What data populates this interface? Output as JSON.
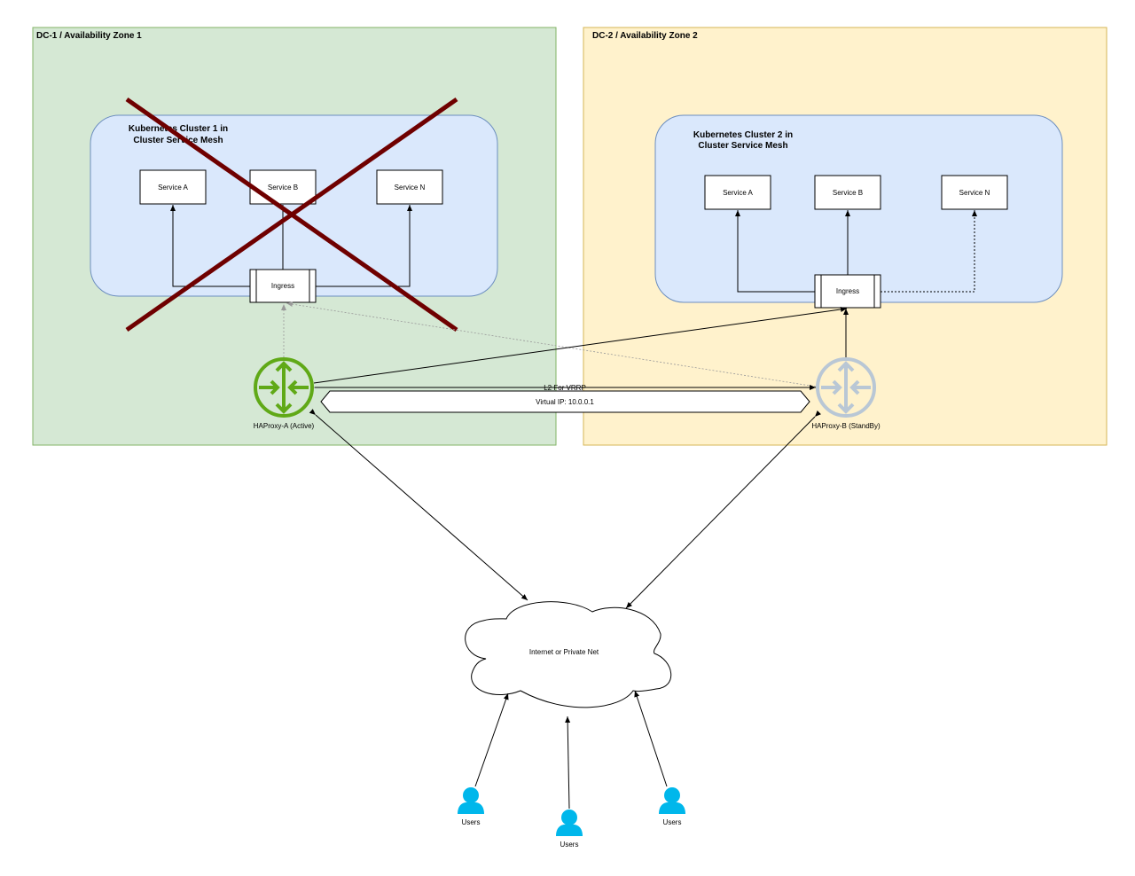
{
  "zones": [
    {
      "label": "DC-1 / Availability Zone 1",
      "fill": "#d5e8d4",
      "stroke": "#82b366"
    },
    {
      "label": "DC-2 / Availability Zone 2",
      "fill": "#fff2cc",
      "stroke": "#d6b656"
    }
  ],
  "clusters": [
    {
      "title_line1": "Kubernetes Cluster 1 in",
      "title_line2": "Cluster Service Mesh",
      "services": [
        "Service A",
        "Service B",
        "Service N"
      ],
      "ingress": "Ingress",
      "status": "failed"
    },
    {
      "title_line1": "Kubernetes Cluster 2 in",
      "title_line2": "Cluster Service Mesh",
      "services": [
        "Service A",
        "Service B",
        "Service N"
      ],
      "ingress": "Ingress",
      "status": "active"
    }
  ],
  "haproxy": [
    {
      "label": "HAProxy-A (Active)",
      "color": "#60a917",
      "icon": "router-icon"
    },
    {
      "label": "HAProxy-B (StandBy)",
      "color": "#b9c7d5",
      "icon": "router-icon"
    }
  ],
  "vrrp_label": "L2 For VRRP",
  "virtual_ip": "Virtual IP: 10.0.0.1",
  "cloud_label": "Internet or Private Net",
  "users": [
    "Users",
    "Users",
    "Users"
  ],
  "colors": {
    "cluster_fill": "#dae8fc",
    "cluster_stroke": "#6c8ebf",
    "cross": "#6f0000",
    "user": "#00b7eb"
  }
}
